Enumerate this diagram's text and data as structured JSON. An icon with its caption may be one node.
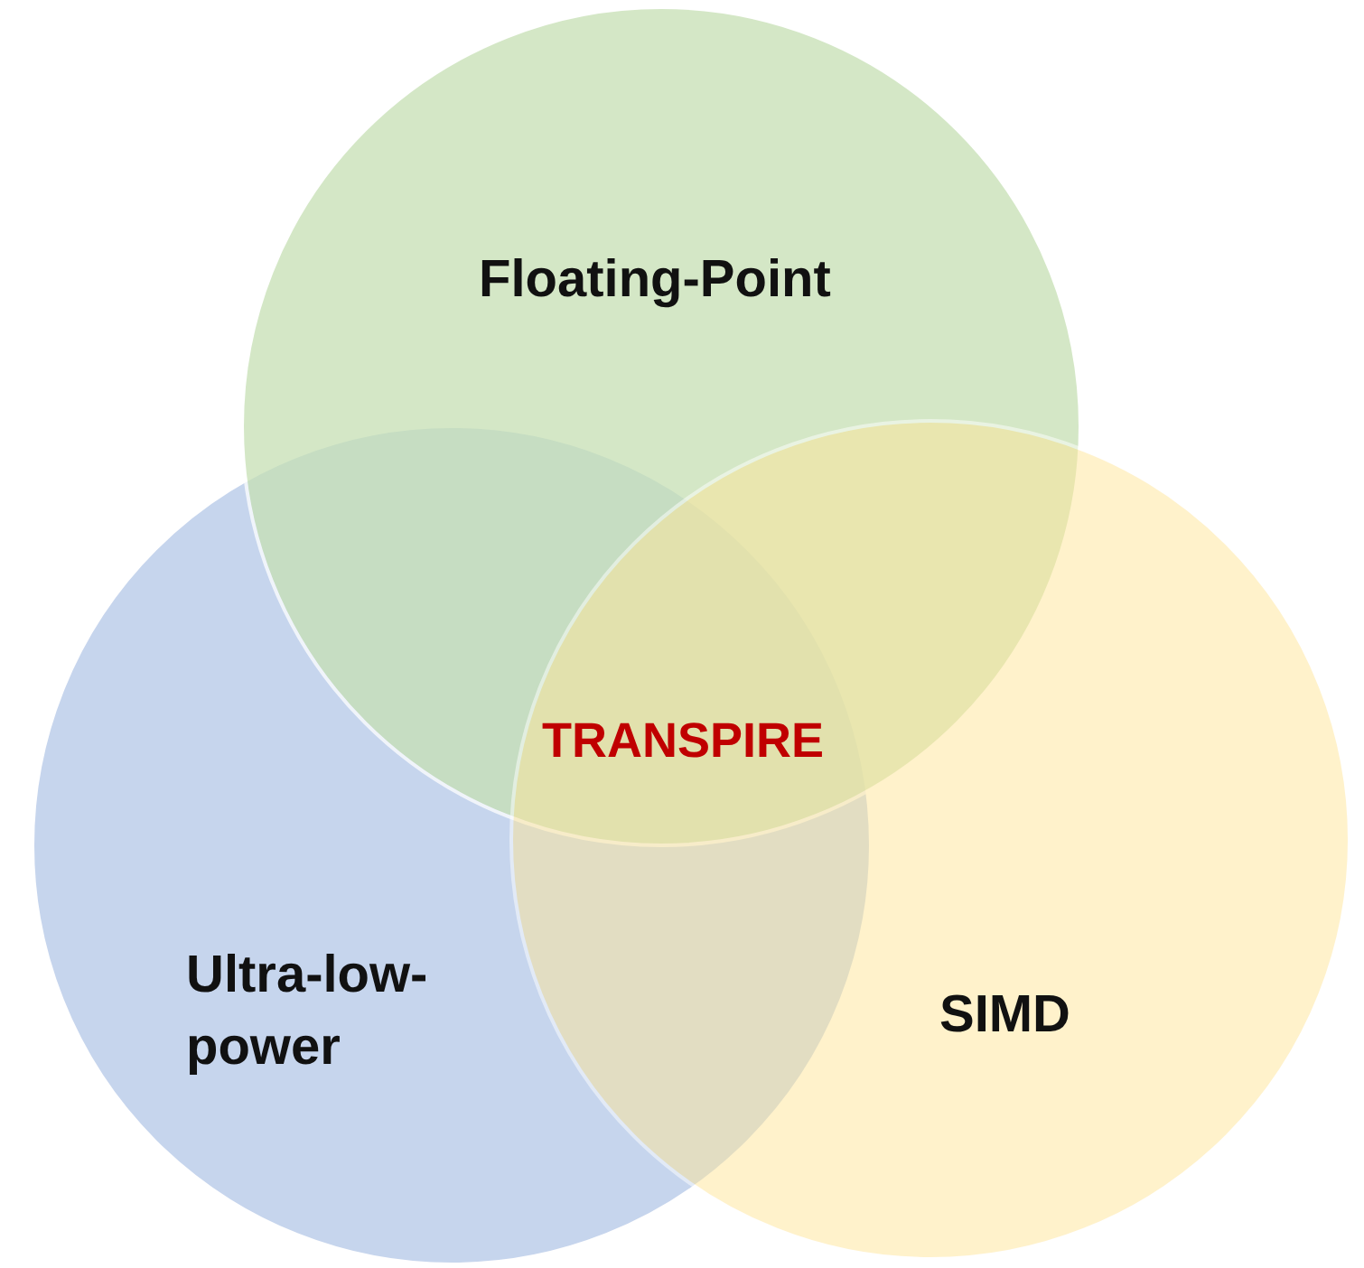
{
  "diagram": {
    "nodes": [
      {
        "text": [
          "Floating-Point"
        ]
      },
      {
        "text": [
          "Ultra-low-power"
        ]
      },
      {
        "text": [
          "SIMD"
        ]
      }
    ],
    "labels": [
      "TRANSPIRE"
    ]
  }
}
